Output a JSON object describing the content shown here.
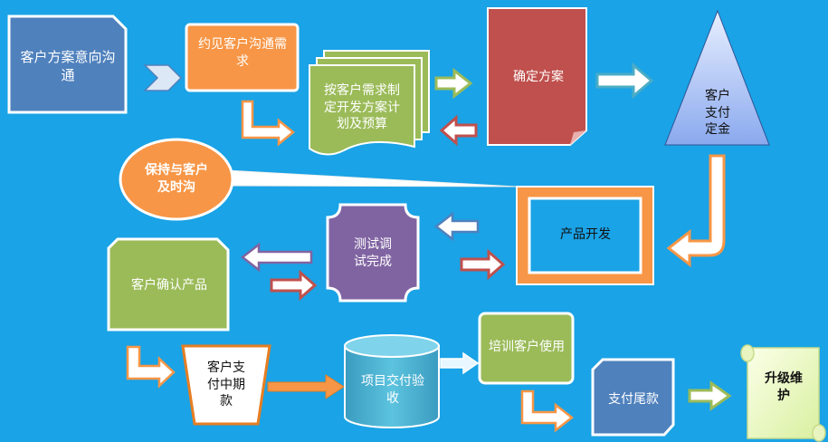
{
  "nodes": {
    "intent": "客户方案意向沟通",
    "meet": "约见客户沟通需求",
    "plan": "按客户需求制定开发方案计划及预算",
    "confirm": "确定方案",
    "deposit": "客户支付定金",
    "keep_contact": "保持与客户及时沟",
    "dev": "产品开发",
    "test": "测试调试完成",
    "client_confirm": "客户确认产品",
    "mid_pay": "客户支付中期款",
    "deliver": "项目交付验收",
    "training": "培训客户使用",
    "final_pay": "支付尾款",
    "upgrade": "升级维护"
  },
  "colors": {
    "background": "#1aa3e6",
    "blue_box": "#4f81bd",
    "orange_box": "#f79646",
    "green_box": "#9bbb59",
    "red_box": "#c0504d",
    "purple_box": "#8064a2",
    "teal_box": "#4bacc6",
    "arrow_fill": "#ffffff",
    "arrow_outline_orange": "#f79646",
    "arrow_outline_red": "#c0504d",
    "arrow_outline_green": "#9bbb59"
  }
}
